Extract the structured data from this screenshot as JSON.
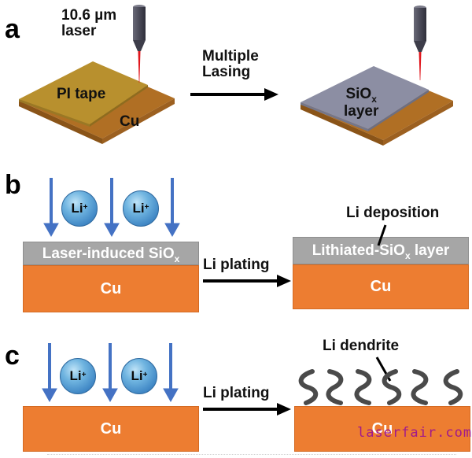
{
  "panel_a": {
    "letter": "a",
    "laser_label_line1": "10.6 µm",
    "laser_label_line2": "laser",
    "pi_tape_label": "PI tape",
    "cu_label": "Cu",
    "arrow_label_line1": "Multiple",
    "arrow_label_line2": "Lasing",
    "siox_label_main": "SiO",
    "siox_label_sub": "x",
    "siox_label_line2": "layer"
  },
  "panel_b": {
    "letter": "b",
    "ion_label": "Li",
    "ion_charge": "+",
    "left_layer_label": "Laser-induced SiO",
    "left_layer_sub": "x",
    "left_cu_label": "Cu",
    "arrow_label": "Li plating",
    "right_layer_label_pre": "Lithiated-SiO",
    "right_layer_sub": "x",
    "right_layer_label_post": " layer",
    "right_cu_label": "Cu",
    "callout_label": "Li deposition"
  },
  "panel_c": {
    "letter": "c",
    "ion_label": "Li",
    "ion_charge": "+",
    "left_cu_label": "Cu",
    "arrow_label": "Li plating",
    "right_cu_label": "Cu",
    "callout_label": "Li dendrite"
  },
  "watermark": "laserfair.com",
  "colors": {
    "copper_orange": "#ed7d31",
    "siox_gray": "#a6a6a6",
    "pi_tape_gold": "#b8902e",
    "arrow_blue": "#4472c4",
    "laser_red": "#e0151b",
    "dendrite_gray": "#4a4a4a"
  }
}
